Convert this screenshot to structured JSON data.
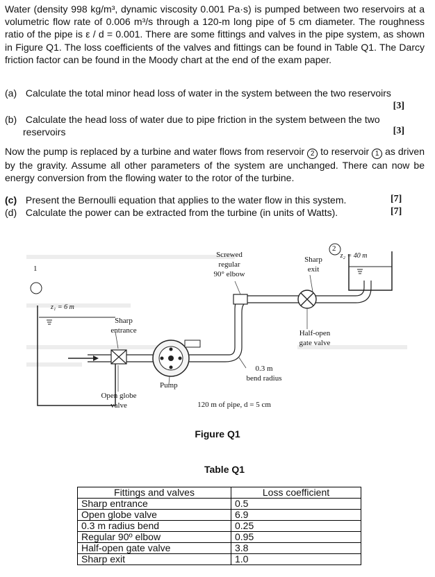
{
  "intro": "Water (density 998 kg/m³, dynamic viscosity 0.001 Pa·s) is pumped between two reservoirs at a volumetric flow rate of 0.006 m³/s through a 120-m long pipe of 5 cm diameter. The roughness ratio of the pipe is ε / d = 0.001. There are some fittings and valves in the pipe system, as shown in Figure Q1. The loss coefficients of the valves and fittings can be found in Table Q1. The Darcy friction factor can be found in the Moody chart at the end of the exam paper.",
  "questions": {
    "a": {
      "label": "(a)",
      "text": "Calculate the total minor head loss of water in the system between the two reservoirs",
      "mark": "[3]"
    },
    "b": {
      "label": "(b)",
      "text1": "Calculate the head loss of water due to pipe friction in the system between the two",
      "text2": "reservoirs",
      "mark": "[3]"
    },
    "c": {
      "label": "(c)",
      "text": "Present the Bernoulli equation that applies to the water flow in this system.",
      "mark": "[7]"
    },
    "d": {
      "label": "(d)",
      "text": "Calculate the power can be extracted from the turbine (in units of Watts).",
      "mark": "[7]"
    }
  },
  "turbine_paragraph": {
    "part1": "Now the pump is replaced by a turbine and water flows from reservoir",
    "circle2": "2",
    "part2": "to reservoir",
    "circle1": "1",
    "part3": "as driven by the gravity. Assume all other parameters of the system are unchanged. There can now be energy conversion from the flowing water to the rotor of the turbine."
  },
  "figure": {
    "caption": "Figure Q1",
    "labels": {
      "screwed": "Screwed",
      "regular": "regular",
      "elbow": "90° elbow",
      "sharp_exit_1": "Sharp",
      "sharp_exit_2": "exit",
      "z2": "z₂ = 40 m",
      "z1": "z₁ = 6 m",
      "sharp_entrance_1": "Sharp",
      "sharp_entrance_2": "entrance",
      "half_open_1": "Half-open",
      "half_open_2": "gate valve",
      "bend_1": "0.3 m",
      "bend_2": "bend radius",
      "pump": "Pump",
      "globe_1": "Open globe",
      "globe_2": "valve",
      "pipe": "120 m of pipe, d = 5 cm",
      "res1": "1",
      "res2": "2"
    }
  },
  "table": {
    "caption": "Table Q1",
    "headers": [
      "Fittings and valves",
      "Loss coefficient"
    ],
    "rows": [
      [
        "Sharp entrance",
        "0.5"
      ],
      [
        "Open globe valve",
        "6.9"
      ],
      [
        "0.3 m radius bend",
        "0.25"
      ],
      [
        "Regular 90º elbow",
        "0.95"
      ],
      [
        "Half-open gate valve",
        "3.8"
      ],
      [
        "Sharp exit",
        "1.0"
      ]
    ]
  }
}
